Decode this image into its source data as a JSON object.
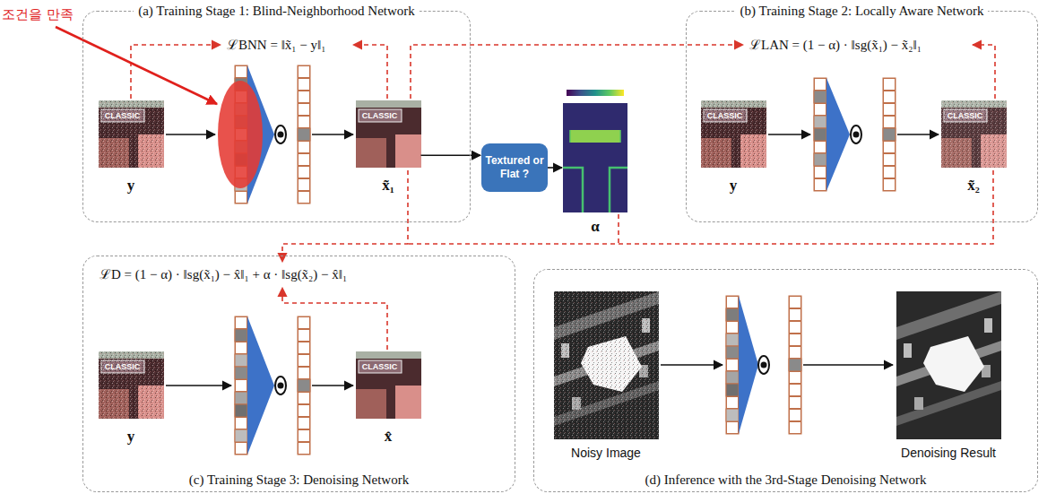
{
  "diagram": {
    "nodes": [
      {
        "text": [
          "(a) Training Stage 1: Blind-Neighborhood Network"
        ]
      },
      {
        "text": [
          "CLASSIC",
          "y"
        ],
        "in": 0
      },
      {
        "text": [
          "CLASSIC",
          "x̃₁"
        ],
        "in": 0
      },
      {
        "text": [
          "Textured or Flat ?"
        ]
      },
      {
        "text": [
          "α"
        ]
      },
      {
        "text": [
          "(b) Training Stage 2: Locally Aware Network"
        ]
      },
      {
        "text": [
          "CLASSIC",
          "y"
        ],
        "in": 5
      },
      {
        "text": [
          "CLASSIC",
          "x̃₂"
        ],
        "in": 5
      },
      {
        "text": [
          "(c) Training Stage 3: Denoising Network"
        ]
      },
      {
        "text": [
          "CLASSIC",
          "y"
        ],
        "in": 8
      },
      {
        "text": [
          "CLASSIC",
          "x̂"
        ],
        "in": 8
      },
      {
        "text": [
          "(d) Inference with the 3rd-Stage Denoising Network"
        ]
      },
      {
        "text": [
          "Noisy Image"
        ],
        "in": 11
      },
      {
        "text": [
          "Denoising Result"
        ],
        "in": 11
      }
    ],
    "edges": [
      {
        "from": 2,
        "to": 3,
        "arrow": "to"
      },
      {
        "from": 3,
        "to": 4,
        "arrow": "to"
      }
    ],
    "labels": [
      "조건을 만족",
      "ℒBNN = ‖x̃₁ − y‖₁",
      "ℒLAN = (1 − α) · ‖sg(x̃₁) − x̃₂‖₁",
      "ℒD = (1 − α) · ‖sg(x̃₁) − x̂‖₁ + α · ‖sg(x̃₂) − x̂‖₁"
    ]
  }
}
